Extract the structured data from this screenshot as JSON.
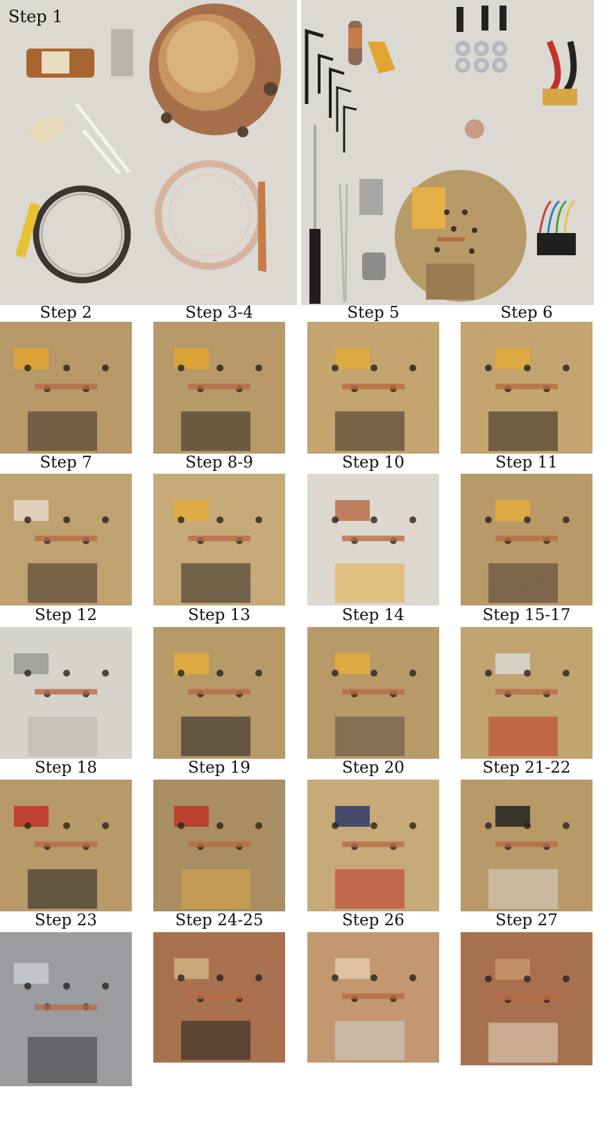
{
  "figure": {
    "step1_label": "Step 1",
    "steps": [
      {
        "label": "Step 2"
      },
      {
        "label": "Step 3-4"
      },
      {
        "label": "Step 5"
      },
      {
        "label": "Step 6"
      },
      {
        "label": "Step 7"
      },
      {
        "label": "Step 8-9"
      },
      {
        "label": "Step 10"
      },
      {
        "label": "Step 11"
      },
      {
        "label": "Step 12"
      },
      {
        "label": "Step 13"
      },
      {
        "label": "Step 14"
      },
      {
        "label": "Step 15-17"
      },
      {
        "label": "Step 18"
      },
      {
        "label": "Step 19"
      },
      {
        "label": "Step 20"
      },
      {
        "label": "Step 21-22"
      },
      {
        "label": "Step 23"
      },
      {
        "label": "Step 24-25"
      },
      {
        "label": "Step 26"
      },
      {
        "label": "Step 27"
      }
    ],
    "colors": {
      "brass": "#b8955c",
      "copper": "#b8734a",
      "kapton": "#e0a62a",
      "paper": "#dcd8d0",
      "background_white": "#ffffff"
    }
  }
}
